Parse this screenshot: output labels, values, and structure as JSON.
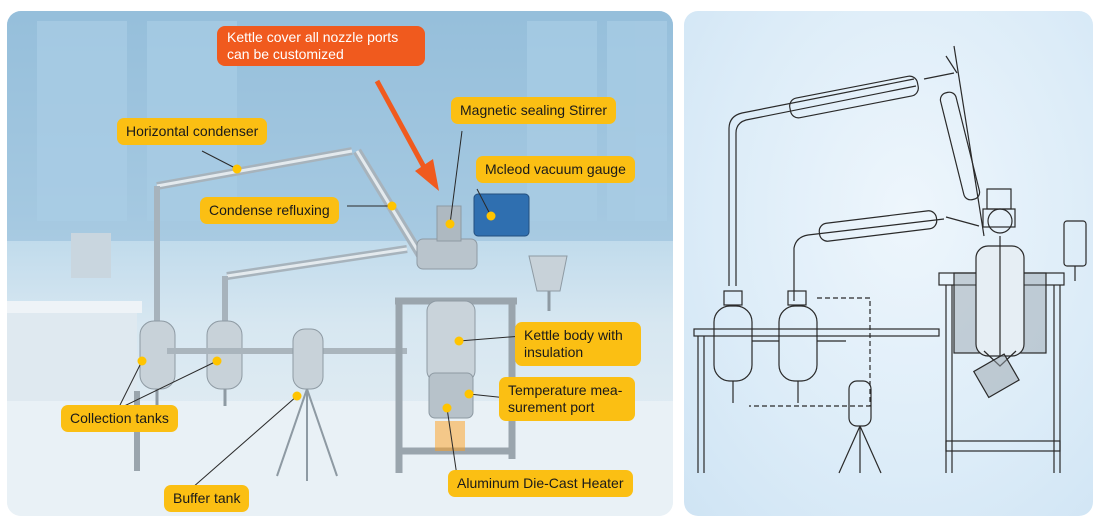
{
  "callout": {
    "text": "Kettle cover all nozzle ports can be customized"
  },
  "labels": {
    "horizontal_condenser": "Horizontal condenser",
    "condense_refluxing": "Condense refluxing",
    "magnetic_stirrer": "Magnetic sealing Stirrer",
    "mcleod_gauge": "Mcleod vacuum gauge",
    "kettle_body": "Kettle body with insulation",
    "temperature_port": "Temperature mea-surement port",
    "collection_tanks": "Collection tanks",
    "buffer_tank": "Buffer tank",
    "heater": "Aluminum Die-Cast Heater"
  },
  "colors": {
    "label_bg": "#fbbf13",
    "callout_bg": "#f05a1e",
    "marker": "#ffc400",
    "line": "#2a2a2a"
  }
}
